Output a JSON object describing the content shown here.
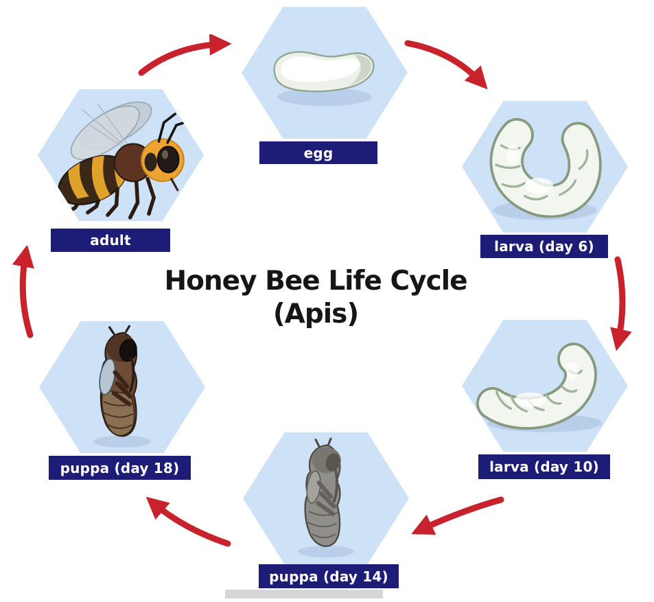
{
  "title": {
    "line1": "Honey Bee Life Cycle",
    "line2": "(Apis)"
  },
  "stages": [
    {
      "name": "egg",
      "label": "egg",
      "illustration": "egg-illustration"
    },
    {
      "name": "larva-day-6",
      "label": "larva (day 6)",
      "illustration": "larva-day-6-illustration"
    },
    {
      "name": "larva-day-10",
      "label": "larva (day 10)",
      "illustration": "larva-day-10-illustration"
    },
    {
      "name": "puppa-day-14",
      "label": "puppa (day 14)",
      "illustration": "pupa-day-14-illustration"
    },
    {
      "name": "puppa-day-18",
      "label": "puppa (day 18)",
      "illustration": "pupa-day-18-illustration"
    },
    {
      "name": "adult",
      "label": "adult",
      "illustration": "adult-bee-illustration"
    }
  ],
  "arrows": [
    "arrow-adult-to-egg",
    "arrow-egg-to-larva-day-6",
    "arrow-larva-day-6-to-larva-day-10",
    "arrow-larva-day-10-to-puppa-day-14",
    "arrow-puppa-day-14-to-puppa-day-18",
    "arrow-puppa-day-18-to-adult"
  ],
  "colors": {
    "background": "#ffffff",
    "hexagon_fill": "#cde1f7",
    "label_background": "#1d1d78",
    "label_text": "#ffffff",
    "arrow": "#c8232c",
    "title_text": "#161616"
  }
}
